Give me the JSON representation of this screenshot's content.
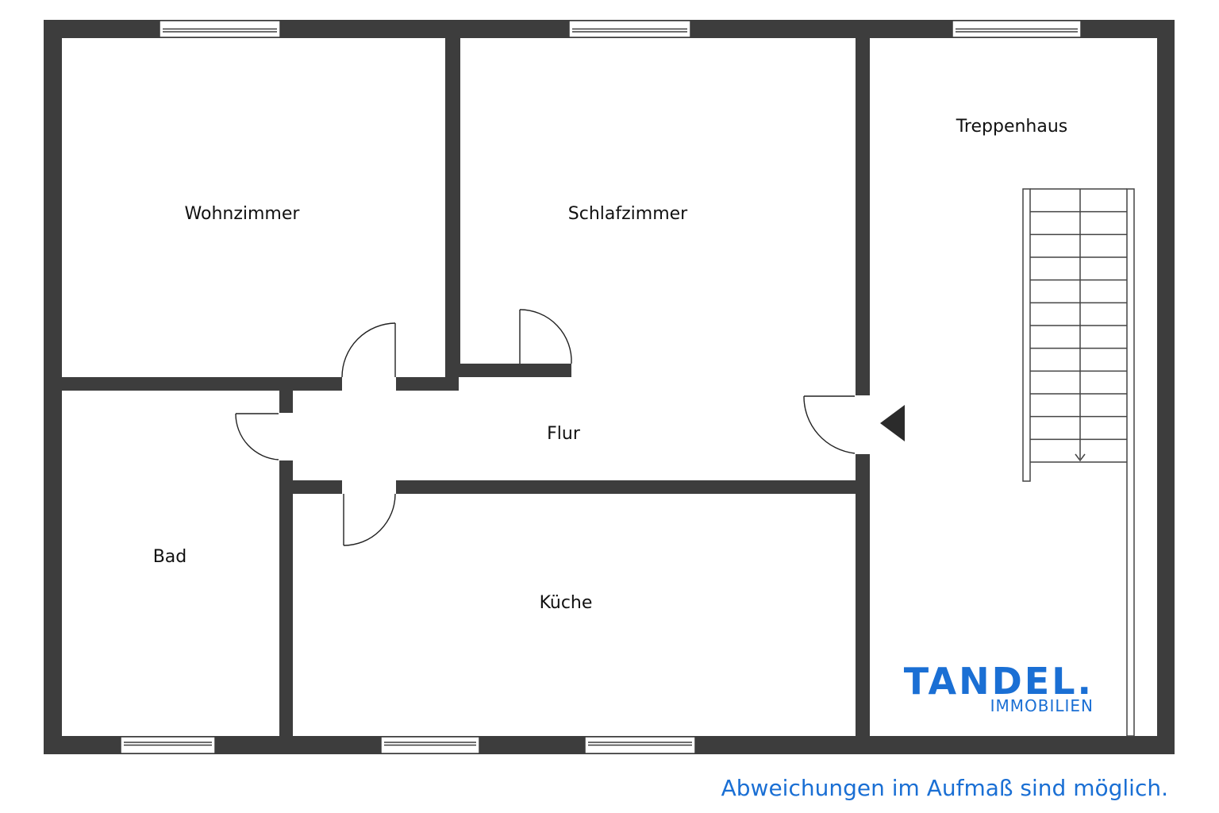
{
  "floorplan": {
    "rooms": {
      "wohnzimmer": "Wohnzimmer",
      "schlafzimmer": "Schlafzimmer",
      "treppenhaus": "Treppenhaus",
      "flur": "Flur",
      "bad": "Bad",
      "kueche": "Küche"
    },
    "stair_steps": 12
  },
  "branding": {
    "logo_main": "TANDEL.",
    "logo_sub": "IMMOBILIEN",
    "color": "#1a6fd4"
  },
  "disclaimer": "Abweichungen im Aufmaß sind möglich.",
  "colors": {
    "wall": "#3d3d3d",
    "background": "#ffffff"
  }
}
